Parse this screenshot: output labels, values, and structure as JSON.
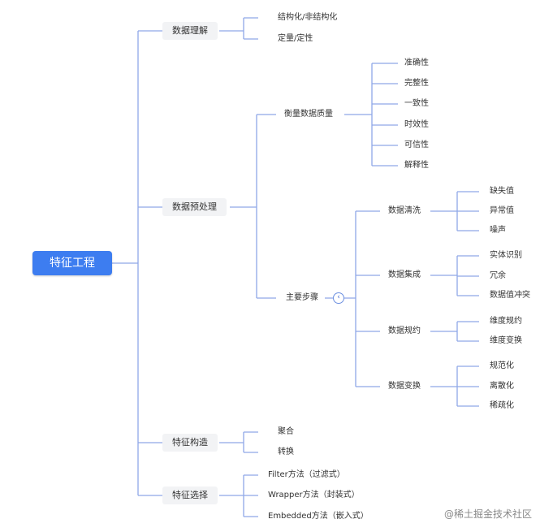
{
  "root": {
    "label": "特征工程"
  },
  "branches": [
    {
      "label": "数据理解",
      "children": [
        "结构化/非结构化",
        "定量/定性"
      ]
    },
    {
      "label": "数据预处理",
      "children": [
        {
          "label": "衡量数据质量",
          "children": [
            "准确性",
            "完整性",
            "一致性",
            "时效性",
            "可信性",
            "解释性"
          ]
        },
        {
          "label": "主要步骤",
          "children": [
            {
              "label": "数据清洗",
              "children": [
                "缺失值",
                "异常值",
                "噪声"
              ]
            },
            {
              "label": "数据集成",
              "children": [
                "实体识别",
                "冗余",
                "数据值冲突"
              ]
            },
            {
              "label": "数据规约",
              "children": [
                "维度规约",
                "维度变换"
              ]
            },
            {
              "label": "数据变换",
              "children": [
                "规范化",
                "离散化",
                "稀疏化"
              ]
            }
          ]
        }
      ]
    },
    {
      "label": "特征构造",
      "children": [
        "聚合",
        "转换"
      ]
    },
    {
      "label": "特征选择",
      "children": [
        "Filter方法（过滤式）",
        "Wrapper方法（封装式）",
        "Embedded方法（嵌入式）"
      ]
    }
  ],
  "collapse_icon": "collapse-chevron-icon",
  "credit": "@稀土掘金技术社区",
  "colors": {
    "root": "#3d7df0",
    "line": "#8fa8e8",
    "level1_bg": "#f2f3f5"
  }
}
